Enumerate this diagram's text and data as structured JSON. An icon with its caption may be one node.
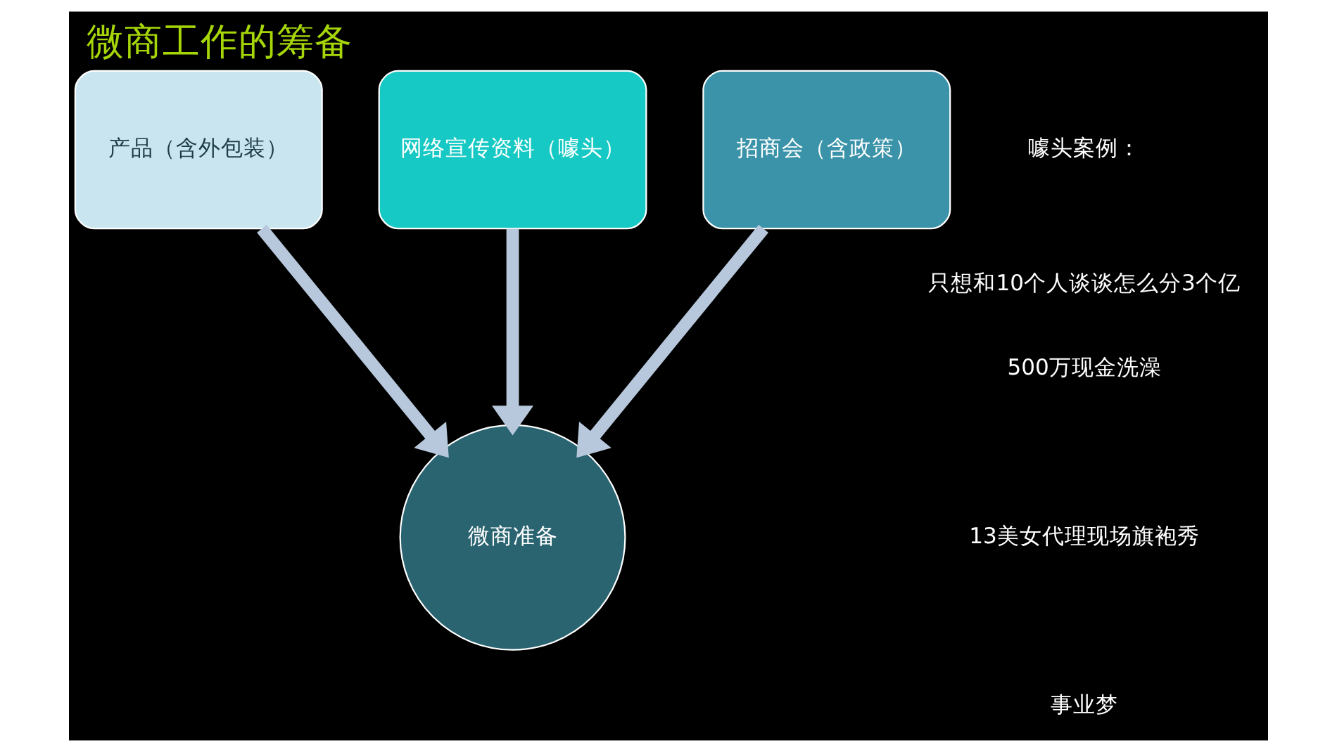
{
  "diagram": {
    "title": "微商工作的筹备",
    "nodes": [
      {
        "text": [
          "产品（含外包装）"
        ]
      },
      {
        "text": [
          "网络宣传资料（噱头）"
        ]
      },
      {
        "text": [
          "招商会（含政策）"
        ]
      },
      {
        "text": [
          "微商准备"
        ]
      }
    ],
    "edges": [
      {
        "from": 0,
        "to": 3,
        "arrow": "to"
      },
      {
        "from": 1,
        "to": 3,
        "arrow": "to"
      },
      {
        "from": 2,
        "to": 3,
        "arrow": "to"
      }
    ],
    "labels": [
      "噱头案例：",
      "只想和10个人谈谈怎么分3个亿",
      "500万现金洗澡",
      "13美女代理现场旗袍秀",
      "事业梦"
    ]
  }
}
